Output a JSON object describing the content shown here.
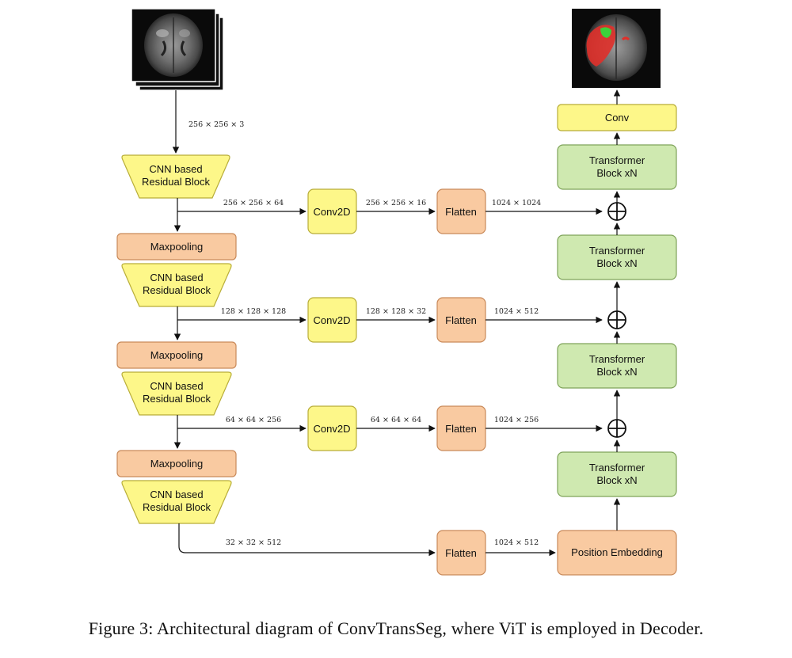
{
  "colors": {
    "yellow_fill": "#fdf789",
    "yellow_stroke": "#b8ad38",
    "orange_fill": "#f9caa1",
    "orange_stroke": "#c98a5a",
    "green_fill": "#cfe9b0",
    "green_stroke": "#7fa35a",
    "arrow": "#111111"
  },
  "encoder": {
    "input_dim": "256 × 256 × 3",
    "block1": {
      "line1": "CNN based",
      "line2": "Residual Block"
    },
    "maxpool1": "Maxpooling",
    "block2": {
      "line1": "CNN based",
      "line2": "Residual Block"
    },
    "maxpool2": "Maxpooling",
    "block3": {
      "line1": "CNN based",
      "line2": "Residual Block"
    },
    "maxpool3": "Maxpooling",
    "block4": {
      "line1": "CNN based",
      "line2": "Residual Block"
    }
  },
  "branches": [
    {
      "in_dim": "256 × 256 × 64",
      "conv": "Conv2D",
      "mid_dim": "256 × 256 × 16",
      "flatten": "Flatten",
      "out_dim": "1024 × 1024"
    },
    {
      "in_dim": "128 × 128 × 128",
      "conv": "Conv2D",
      "mid_dim": "128 × 128 × 32",
      "flatten": "Flatten",
      "out_dim": "1024 × 512"
    },
    {
      "in_dim": "64 × 64 × 256",
      "conv": "Conv2D",
      "mid_dim": "64 × 64 × 64",
      "flatten": "Flatten",
      "out_dim": "1024 × 256"
    },
    {
      "in_dim": "32 × 32 × 512",
      "flatten": "Flatten",
      "out_dim": "1024 × 512"
    }
  ],
  "decoder": {
    "conv": "Conv",
    "transformer": {
      "line1": "Transformer",
      "line2": "Block xN"
    },
    "position_embedding": "Position Embedding"
  },
  "caption": "Figure 3: Architectural diagram of ConvTransSeg, where ViT is employed in Decoder."
}
